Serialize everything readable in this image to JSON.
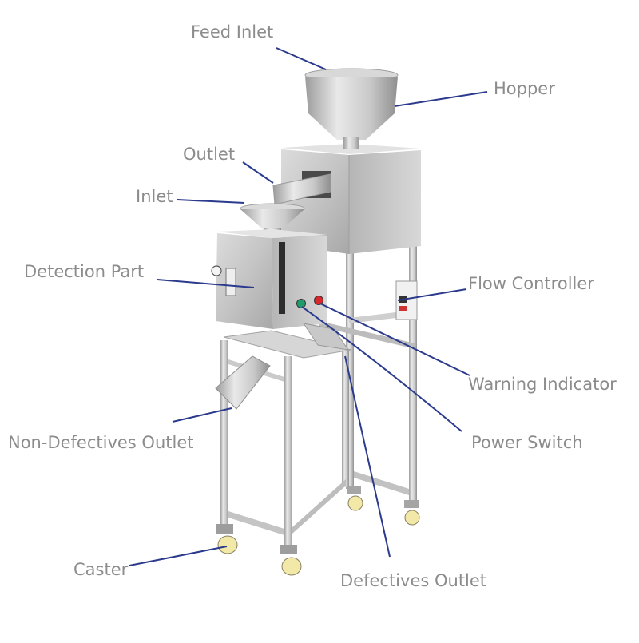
{
  "colors": {
    "label_text": "#8c8c8c",
    "leader_line": "#2b3a8c",
    "steel_light": "#e6e6e6",
    "steel_mid": "#bdbdbd",
    "steel_dark": "#8a8a8a",
    "caster_wheel": "#f2e9a9",
    "indicator_green": "#1f9c6a",
    "indicator_red": "#d8282b"
  },
  "labels": {
    "feed_inlet": "Feed Inlet",
    "hopper": "Hopper",
    "outlet": "Outlet",
    "inlet": "Inlet",
    "detection_part": "Detection Part",
    "flow_controller": "Flow Controller",
    "warning_indicator": "Warning Indicator",
    "non_defectives_outlet": "Non-Defectives Outlet",
    "power_switch": "Power Switch",
    "caster": "Caster",
    "defectives_outlet": "Defectives Outlet"
  }
}
